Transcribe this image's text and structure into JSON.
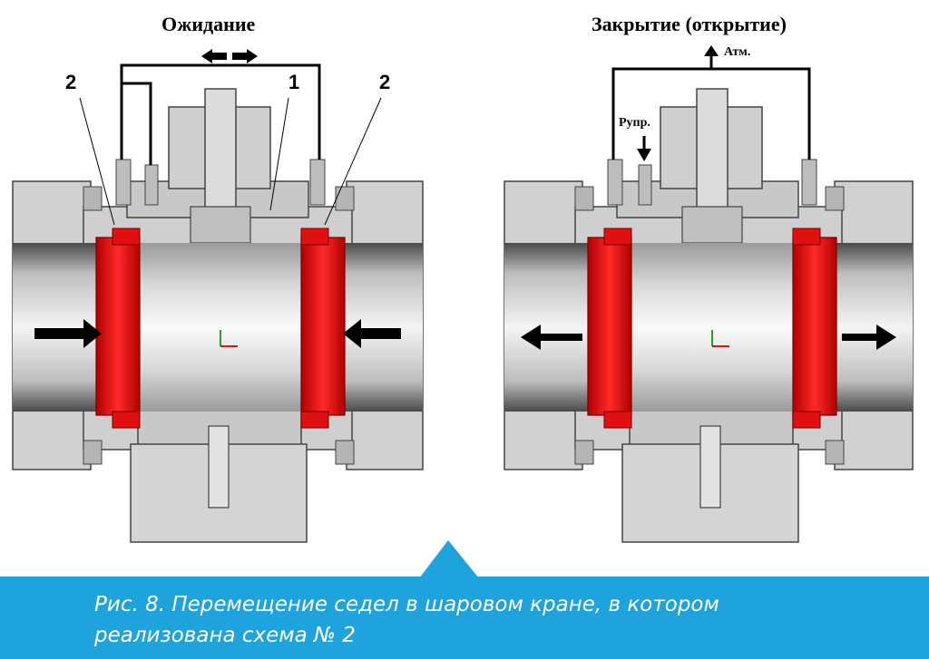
{
  "left_panel": {
    "title": "Ожидание",
    "callout_left": "2",
    "callout_middle": "1",
    "callout_right": "2"
  },
  "right_panel": {
    "title": "Закрытие (открытие)",
    "atm_label": "Атм.",
    "pupr_label": "Pупр."
  },
  "caption": {
    "line1": "Рис. 8. Перемещение седел в шаровом кране, в котором",
    "line2": "реализована схема № 2"
  },
  "colors": {
    "seat_red": "#e01010",
    "body_gray": "#cfcfcf",
    "caption_blue": "#1fa3dc",
    "caption_text": "#ffffff"
  }
}
